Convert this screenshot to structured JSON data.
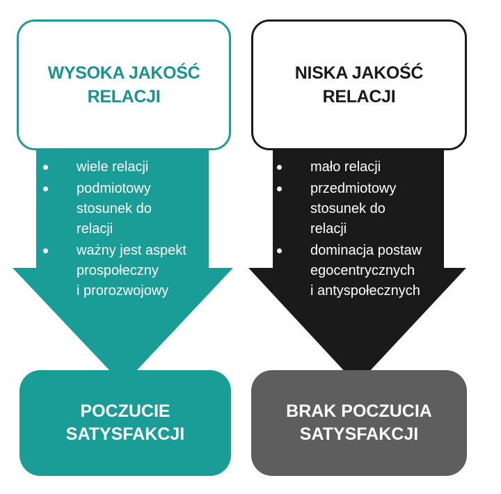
{
  "left": {
    "title_line1": "WYSOKA JAKOŚĆ",
    "title_line2": "RELACJI",
    "bullets": [
      [
        "wiele relacji"
      ],
      [
        "podmiotowy",
        "stosunek do",
        "relacji"
      ],
      [
        "ważny jest aspekt",
        "prospołeczny",
        "i prorozwojowy"
      ]
    ],
    "result_line1": "POCZUCIE",
    "result_line2": "SATYSFAKCJI",
    "colors": {
      "accent": "#1a9d97",
      "result": "#1a9d97"
    }
  },
  "right": {
    "title_line1": "NISKA JAKOŚĆ",
    "title_line2": "RELACJI",
    "bullets": [
      [
        "mało relacji"
      ],
      [
        "przedmiotowy",
        "stosunek do",
        "relacji"
      ],
      [
        "dominacja postaw",
        "egocentrycznych",
        "i antyspołecznych"
      ]
    ],
    "result_line1": "BRAK POCZUCIA",
    "result_line2": "SATYSFAKCJI",
    "colors": {
      "accent": "#1a1a1a",
      "result": "#5e5e5e"
    }
  }
}
